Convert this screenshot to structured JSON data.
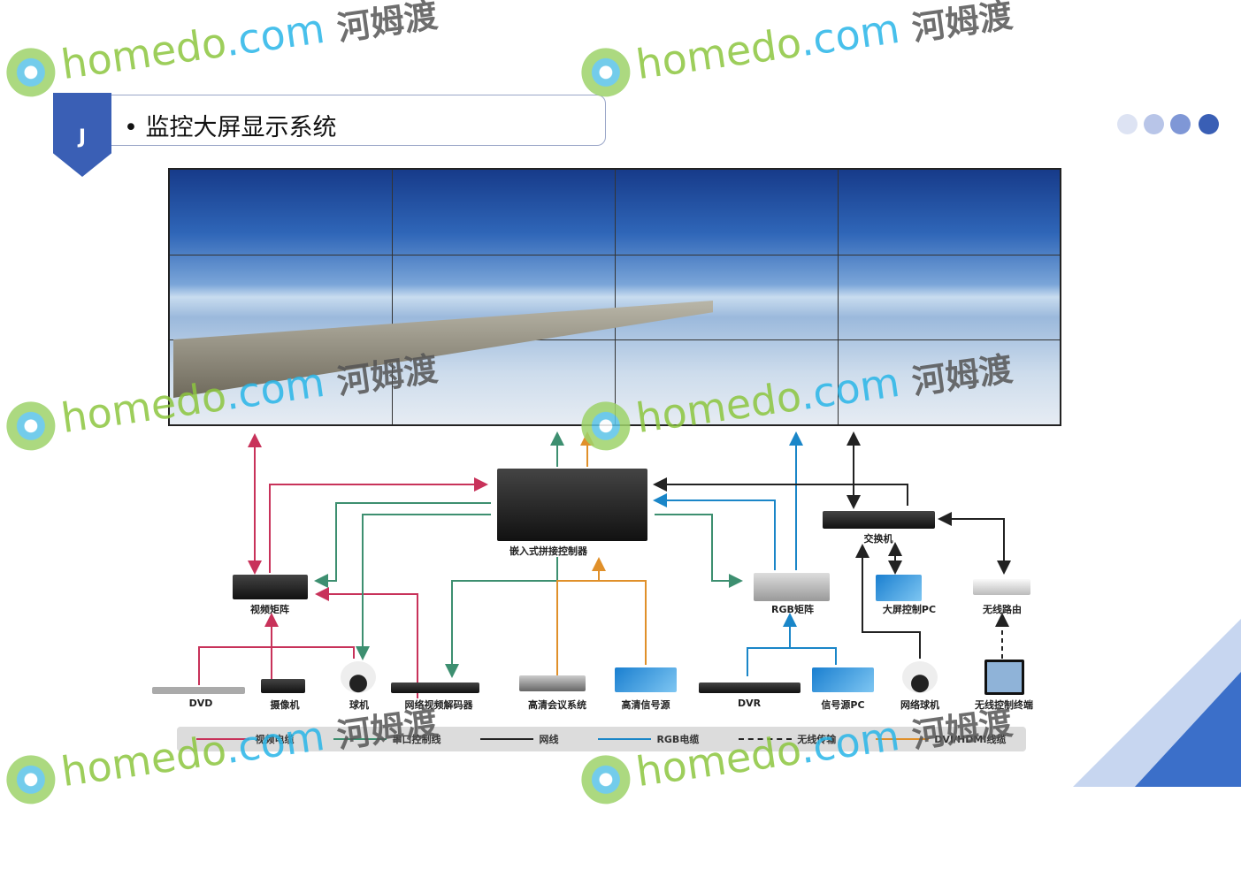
{
  "header": {
    "badge": "J",
    "title": "• 监控大屏显示系统"
  },
  "devices": {
    "controller": "嵌入式拼接控制器",
    "switch": "交换机",
    "video_matrix": "视频矩阵",
    "rgb_matrix": "RGB矩阵",
    "screen_pc": "大屏控制PC",
    "wireless_router": "无线路由",
    "dvd": "DVD",
    "camera": "摄像机",
    "dome": "球机",
    "decoder": "网络视频解码器",
    "conference": "高清会议系统",
    "hd_source": "高清信号源",
    "dvr": "DVR",
    "source_pc": "信号源PC",
    "ip_dome": "网络球机",
    "wireless_terminal": "无线控制终端"
  },
  "legend": [
    {
      "label": "视频电缆",
      "color": "#c8325a",
      "style": "solid"
    },
    {
      "label": "串口控制线",
      "color": "#3d8f70",
      "style": "solid"
    },
    {
      "label": "网线",
      "color": "#222222",
      "style": "solid"
    },
    {
      "label": "RGB电缆",
      "color": "#1a86c8",
      "style": "solid"
    },
    {
      "label": "无线传输",
      "color": "#222222",
      "style": "dashed"
    },
    {
      "label": "DVI/HDMI线缆",
      "color": "#e0902a",
      "style": "solid"
    }
  ],
  "watermark": {
    "site": "homedo",
    "tld": ".com",
    "brand": "河姆渡"
  }
}
